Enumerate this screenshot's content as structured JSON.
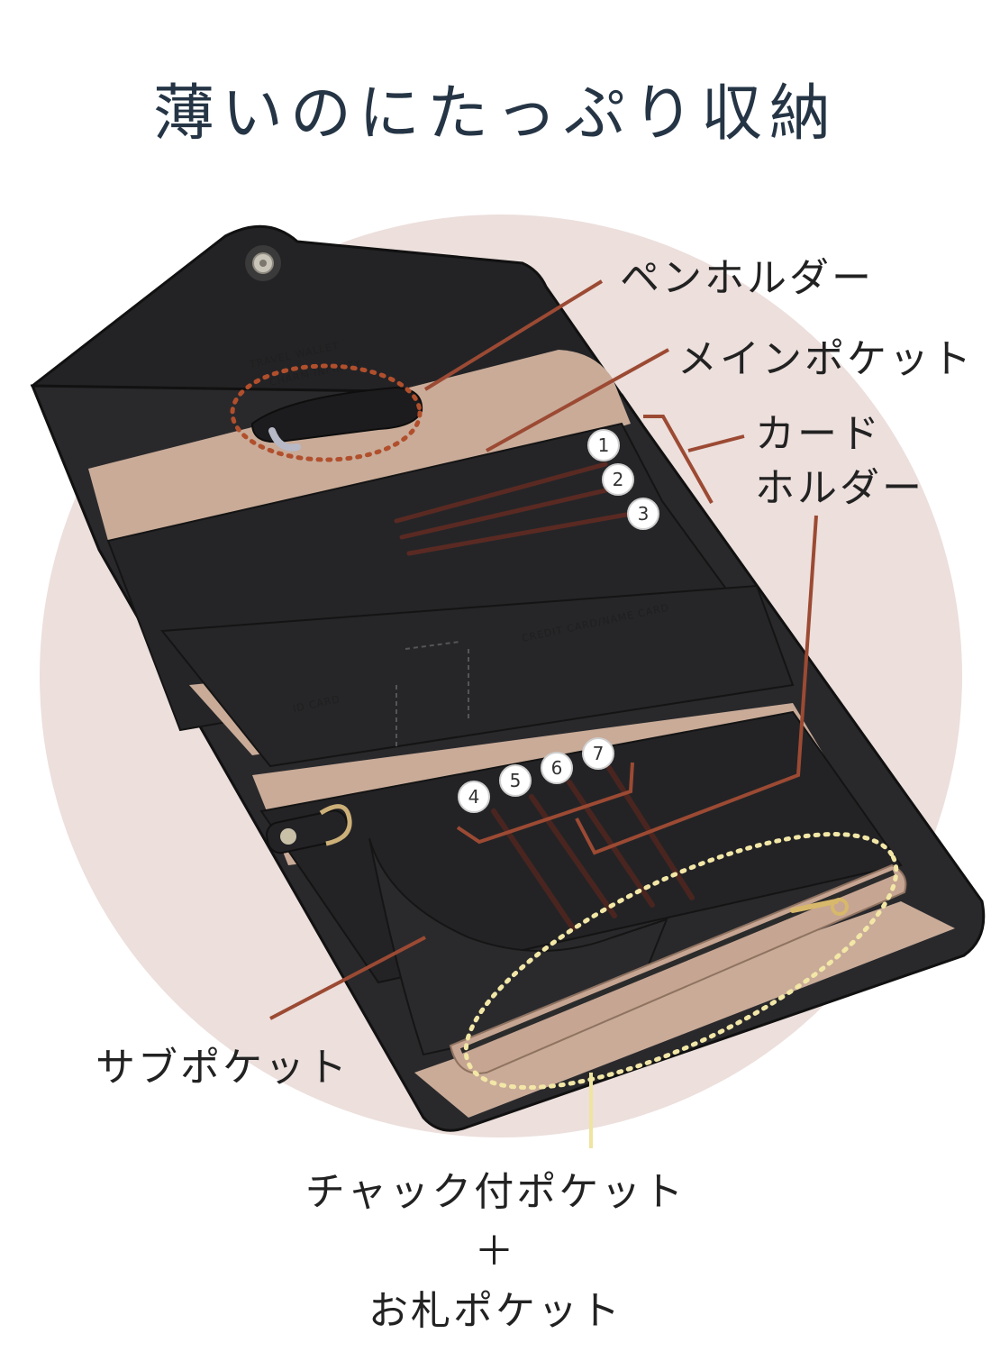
{
  "title": "薄いのにたっぷり収納",
  "labels": {
    "pen_holder": "ペンホルダー",
    "main_pocket": "メインポケット",
    "card_holder_line1": "カード",
    "card_holder_line2": "ホルダー",
    "sub_pocket": "サブポケット",
    "zip_pocket_line1": "チャック付ポケット",
    "zip_pocket_plus": "＋",
    "zip_pocket_line2": "お札ポケット"
  },
  "card_slot_numbers": [
    "1",
    "2",
    "3",
    "4",
    "5",
    "6",
    "7"
  ],
  "wallet_prints": {
    "flap_line1": "TRAVEL WALLET",
    "flap_line2": "CHARM INFINITY",
    "credit_card": "CREDIT CARD/NAME CARD",
    "id_card": "ID CARD"
  },
  "colors": {
    "background_circle": "#ecdfdc",
    "leather": "#232326",
    "lining": "#c9ab98",
    "leader_line": "#9c4a33",
    "zip_highlight": "#f2e7a6",
    "text": "#222222",
    "title": "#253545"
  }
}
